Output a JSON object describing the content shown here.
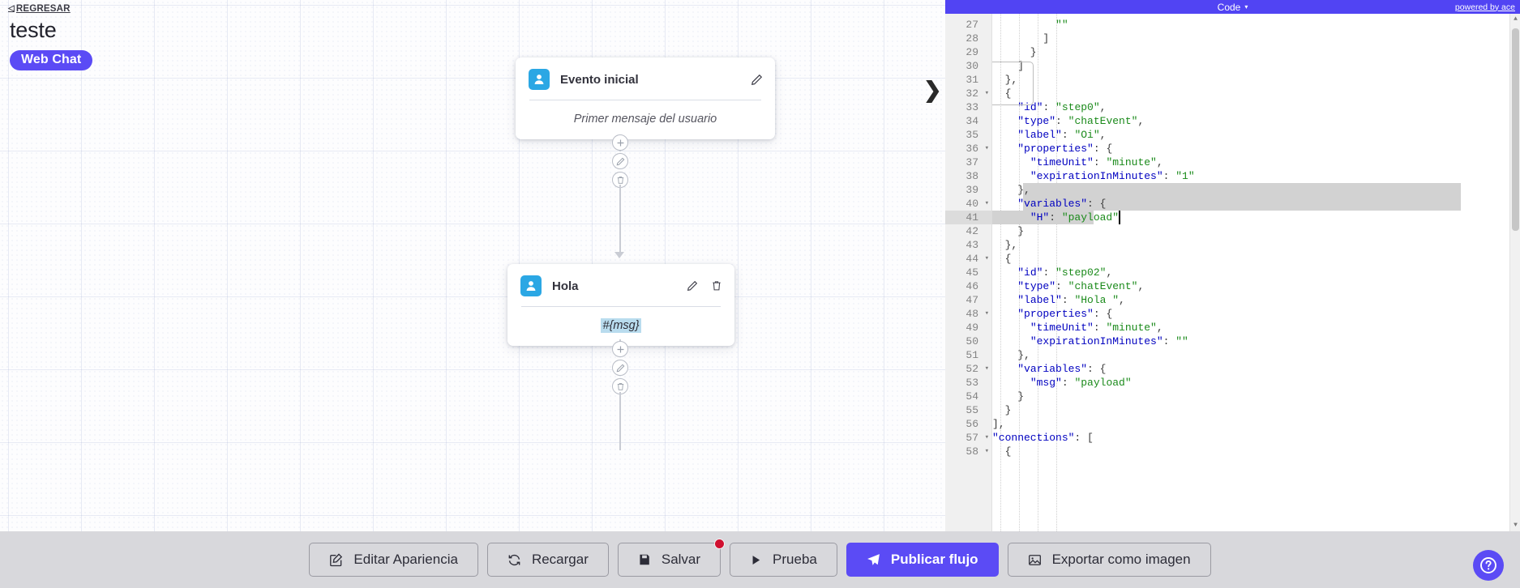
{
  "canvas": {
    "back_link": {
      "label": "REGRESAR",
      "icon": "chevron-left-icon"
    },
    "flow_title": "teste",
    "channel_badge": "Web Chat",
    "nodes": [
      {
        "label": "Evento inicial",
        "avatar_icon": "user-icon",
        "body_text": "Primer mensaje del usuario",
        "body_highlight": false,
        "edit_icon": "pencil-icon",
        "delete_icon": "",
        "has_delete": false
      },
      {
        "label": "Hola",
        "avatar_icon": "user-icon",
        "body_text": "#{msg}",
        "body_highlight": true,
        "edit_icon": "pencil-icon",
        "delete_icon": "trash-icon",
        "has_delete": true
      }
    ],
    "connector_buttons": [
      "add-icon",
      "pencil-icon",
      "trash-icon"
    ]
  },
  "editor": {
    "header_title": "Code",
    "header_caret": "▾",
    "powered_by": "powered by ace",
    "first_line_number": 27,
    "active_line": 41,
    "selection_lines": [
      39,
      40,
      41
    ],
    "lines": [
      {
        "n": 27,
        "text": "          \"\"",
        "fold": false
      },
      {
        "n": 28,
        "text": "        ]",
        "fold": false
      },
      {
        "n": 29,
        "text": "      }",
        "fold": false
      },
      {
        "n": 30,
        "text": "    ]",
        "fold": false
      },
      {
        "n": 31,
        "text": "  },",
        "fold": false
      },
      {
        "n": 32,
        "text": "  {",
        "fold": true
      },
      {
        "n": 33,
        "text": "    \"id\": \"step0\",",
        "fold": false
      },
      {
        "n": 34,
        "text": "    \"type\": \"chatEvent\",",
        "fold": false
      },
      {
        "n": 35,
        "text": "    \"label\": \"Oi\",",
        "fold": false
      },
      {
        "n": 36,
        "text": "    \"properties\": {",
        "fold": true
      },
      {
        "n": 37,
        "text": "      \"timeUnit\": \"minute\",",
        "fold": false
      },
      {
        "n": 38,
        "text": "      \"expirationInMinutes\": \"1\"",
        "fold": false
      },
      {
        "n": 39,
        "text": "    },",
        "fold": false
      },
      {
        "n": 40,
        "text": "    \"variables\": {",
        "fold": true
      },
      {
        "n": 41,
        "text": "      \"H\": \"payload\"",
        "fold": false
      },
      {
        "n": 42,
        "text": "    }",
        "fold": false
      },
      {
        "n": 43,
        "text": "  },",
        "fold": false
      },
      {
        "n": 44,
        "text": "  {",
        "fold": true
      },
      {
        "n": 45,
        "text": "    \"id\": \"step02\",",
        "fold": false
      },
      {
        "n": 46,
        "text": "    \"type\": \"chatEvent\",",
        "fold": false
      },
      {
        "n": 47,
        "text": "    \"label\": \"Hola \",",
        "fold": false
      },
      {
        "n": 48,
        "text": "    \"properties\": {",
        "fold": true
      },
      {
        "n": 49,
        "text": "      \"timeUnit\": \"minute\",",
        "fold": false
      },
      {
        "n": 50,
        "text": "      \"expirationInMinutes\": \"\"",
        "fold": false
      },
      {
        "n": 51,
        "text": "    },",
        "fold": false
      },
      {
        "n": 52,
        "text": "    \"variables\": {",
        "fold": true
      },
      {
        "n": 53,
        "text": "      \"msg\": \"payload\"",
        "fold": false
      },
      {
        "n": 54,
        "text": "    }",
        "fold": false
      },
      {
        "n": 55,
        "text": "  }",
        "fold": false
      },
      {
        "n": 56,
        "text": "],",
        "fold": false
      },
      {
        "n": 57,
        "text": "\"connections\": [",
        "fold": true
      },
      {
        "n": 58,
        "text": "  {",
        "fold": true
      }
    ]
  },
  "toolbar": {
    "buttons": [
      {
        "label": "Editar Apariencia",
        "icon": "edit-square-icon",
        "primary": false,
        "badge": false
      },
      {
        "label": "Recargar",
        "icon": "refresh-icon",
        "primary": false,
        "badge": false
      },
      {
        "label": "Salvar",
        "icon": "floppy-save-icon",
        "primary": false,
        "badge": true
      },
      {
        "label": "Prueba",
        "icon": "play-icon",
        "primary": false,
        "badge": false
      },
      {
        "label": "Publicar flujo",
        "icon": "paper-plane-icon",
        "primary": true,
        "badge": false
      },
      {
        "label": "Exportar como imagen",
        "icon": "image-icon",
        "primary": false,
        "badge": false
      }
    ]
  },
  "help": {
    "icon": "question-circle-icon",
    "label": "?"
  },
  "colors": {
    "accent": "#5b4bf5",
    "editor_header": "#5144f3",
    "node_avatar": "#2ba7e4",
    "badge_red": "#d01030",
    "toolbar_bg": "#d8d8dc",
    "highlight": "#b9dcee"
  }
}
